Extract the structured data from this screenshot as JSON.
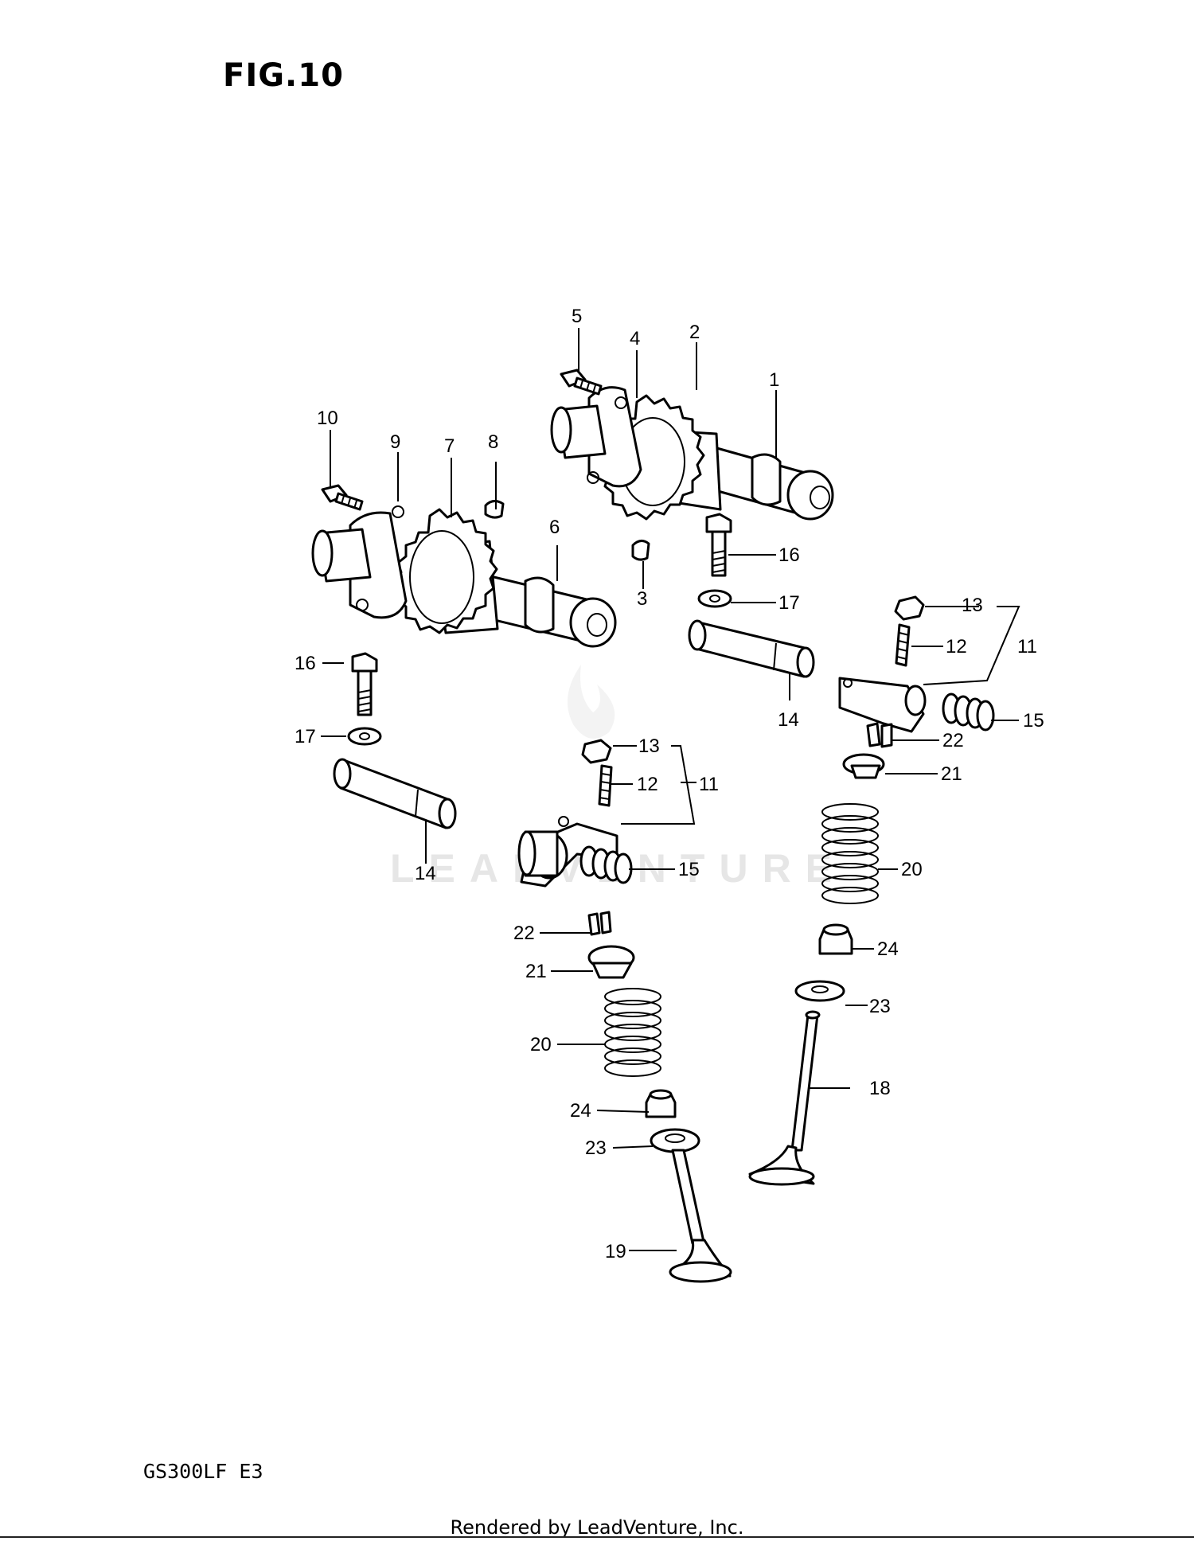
{
  "figure": {
    "title": "FIG.10",
    "model": "GS300LF  E3",
    "footer": "Rendered by LeadVenture, Inc.",
    "watermark": "LEADVENTURE"
  },
  "callouts": [
    {
      "id": "c1",
      "label": "1"
    },
    {
      "id": "c2",
      "label": "2"
    },
    {
      "id": "c3",
      "label": "3"
    },
    {
      "id": "c4",
      "label": "4"
    },
    {
      "id": "c5",
      "label": "5"
    },
    {
      "id": "c6",
      "label": "6"
    },
    {
      "id": "c7",
      "label": "7"
    },
    {
      "id": "c8",
      "label": "8"
    },
    {
      "id": "c9",
      "label": "9"
    },
    {
      "id": "c10",
      "label": "10"
    },
    {
      "id": "c11a",
      "label": "11"
    },
    {
      "id": "c11b",
      "label": "11"
    },
    {
      "id": "c12a",
      "label": "12"
    },
    {
      "id": "c12b",
      "label": "12"
    },
    {
      "id": "c13a",
      "label": "13"
    },
    {
      "id": "c13b",
      "label": "13"
    },
    {
      "id": "c14a",
      "label": "14"
    },
    {
      "id": "c14b",
      "label": "14"
    },
    {
      "id": "c15a",
      "label": "15"
    },
    {
      "id": "c15b",
      "label": "15"
    },
    {
      "id": "c16a",
      "label": "16"
    },
    {
      "id": "c16b",
      "label": "16"
    },
    {
      "id": "c17a",
      "label": "17"
    },
    {
      "id": "c17b",
      "label": "17"
    },
    {
      "id": "c18",
      "label": "18"
    },
    {
      "id": "c19",
      "label": "19"
    },
    {
      "id": "c20a",
      "label": "20"
    },
    {
      "id": "c20b",
      "label": "20"
    },
    {
      "id": "c21a",
      "label": "21"
    },
    {
      "id": "c21b",
      "label": "21"
    },
    {
      "id": "c22a",
      "label": "22"
    },
    {
      "id": "c22b",
      "label": "22"
    },
    {
      "id": "c23a",
      "label": "23"
    },
    {
      "id": "c23b",
      "label": "23"
    },
    {
      "id": "c24a",
      "label": "24"
    },
    {
      "id": "c24b",
      "label": "24"
    }
  ]
}
